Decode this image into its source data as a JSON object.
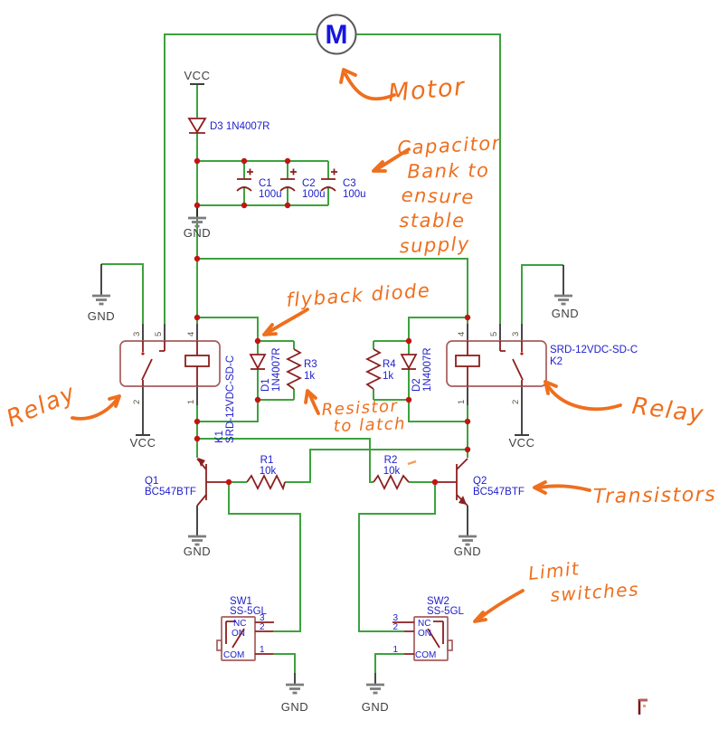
{
  "colors": {
    "wire_green": "#3da23d",
    "component_red": "#8c1f1f",
    "body_red": "#a65c5c",
    "label_blue": "#2020cc",
    "junction_red": "#c21414",
    "annotation_orange": "#ee6f1e",
    "power_label_gray": "#3f3f3f",
    "motor_blue": "#1616e0"
  },
  "power": {
    "vcc": "VCC",
    "gnd": "GND"
  },
  "motor": {
    "letter": "M"
  },
  "components": {
    "d3": {
      "label": "D3 1N4007R"
    },
    "c1": {
      "ref": "C1",
      "value": "100u"
    },
    "c2": {
      "ref": "C2",
      "value": "100u"
    },
    "c3": {
      "ref": "C3",
      "value": "100u"
    },
    "k1": {
      "ref": "K1",
      "value": "SRD-12VDC-SD-C",
      "pins": {
        "p1": "1",
        "p2": "2",
        "p3": "3",
        "p4": "4",
        "p5": "5"
      }
    },
    "k2": {
      "ref": "K2",
      "value": "SRD-12VDC-SD-C",
      "pins": {
        "p1": "1",
        "p2": "2",
        "p3": "3",
        "p4": "4",
        "p5": "5"
      }
    },
    "d1": {
      "ref": "D1",
      "value": "1N4007R"
    },
    "d2": {
      "ref": "D2",
      "value": "1N4007R"
    },
    "r3": {
      "ref": "R3",
      "value": "1k"
    },
    "r4": {
      "ref": "R4",
      "value": "1k"
    },
    "r1": {
      "ref": "R1",
      "value": "10k"
    },
    "r2": {
      "ref": "R2",
      "value": "10k"
    },
    "q1": {
      "ref": "Q1",
      "value": "BC547BTF"
    },
    "q2": {
      "ref": "Q2",
      "value": "BC547BTF"
    },
    "sw1": {
      "ref": "SW1",
      "value": "SS-5GL",
      "pins": {
        "nc": "NC",
        "no": "ON",
        "com": "COM",
        "p1": "1",
        "p2": "2",
        "p3": "3"
      }
    },
    "sw2": {
      "ref": "SW2",
      "value": "SS-5GL",
      "pins": {
        "nc": "NC",
        "no": "ON",
        "com": "COM",
        "p1": "1",
        "p2": "2",
        "p3": "3"
      }
    }
  },
  "annotations": {
    "motor": "Motor",
    "capacitor_bank": [
      "Capacitor",
      "Bank to",
      "ensure",
      "stable",
      "supply"
    ],
    "flyback": "flyback diode",
    "resistor_latch": [
      "Resistor",
      "to latch"
    ],
    "relay_left": "Relay",
    "relay_right": "Relay",
    "transistors": "Transistors",
    "limit_switches": [
      "Limit",
      "switches"
    ]
  }
}
